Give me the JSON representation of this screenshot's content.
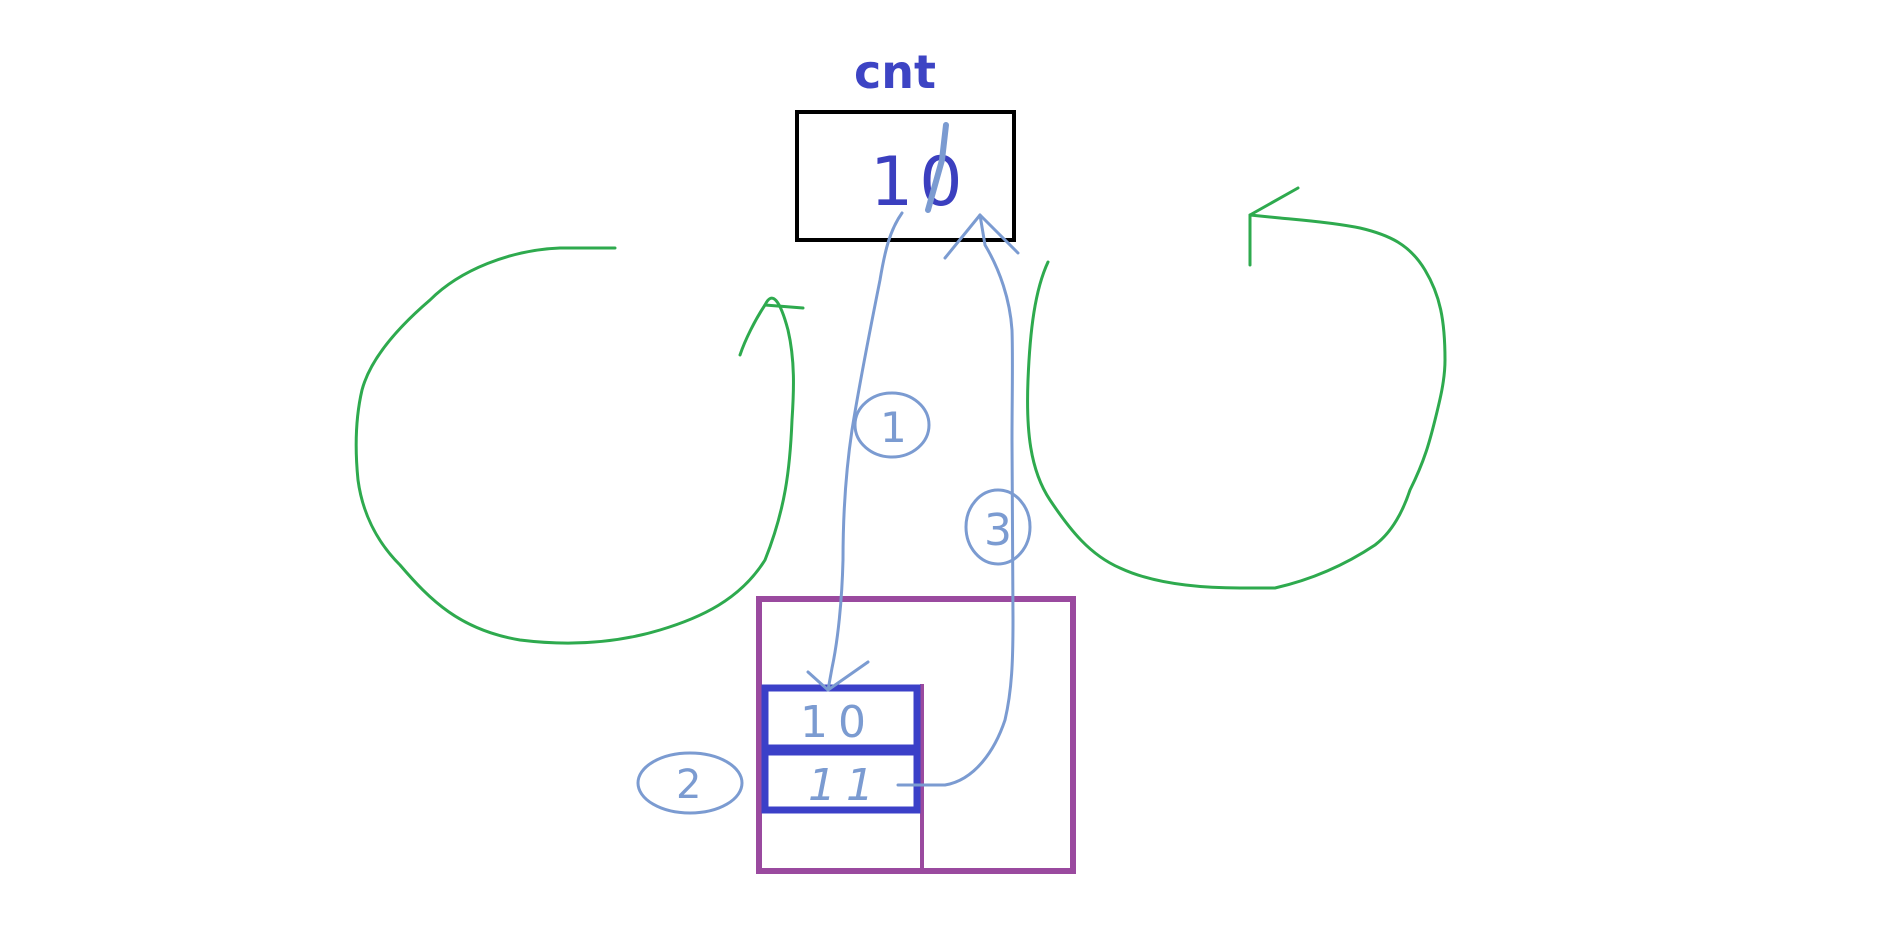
{
  "variable": {
    "name": "cnt",
    "value": "10"
  },
  "register": {
    "loaded_value": "10",
    "incremented_value": "11"
  },
  "steps": [
    "1",
    "2",
    "3"
  ],
  "colors": {
    "label": "#3d44c4",
    "cnt_box": "#000000",
    "cnt_value": "#3b3fbf",
    "annotation": "#7b9bd1",
    "loop_arrows": "#2eaa4e",
    "outer_box": "#9a4a9f",
    "register_box": "#3b40c8"
  },
  "icons": {
    "left_loop": "counter-clockwise-loop-arrow-icon",
    "right_loop": "clockwise-loop-arrow-icon"
  }
}
